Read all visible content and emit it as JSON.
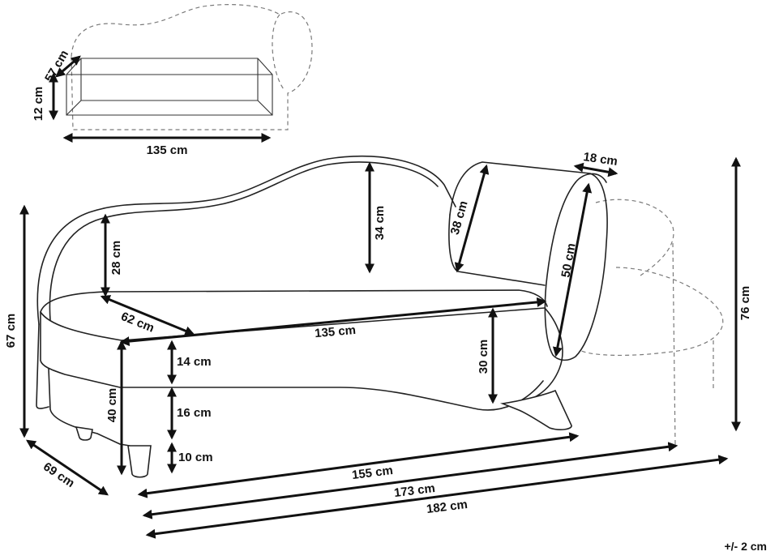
{
  "dimensions": {
    "storage_depth": "57 cm",
    "storage_height": "12 cm",
    "storage_length": "135 cm",
    "cushion_width": "18 cm",
    "cushion_length": "38 cm",
    "cushion_circ": "50 cm",
    "back_top": "34 cm",
    "back_left": "28 cm",
    "seat_depth": "62 cm",
    "seat_length": "135 cm",
    "seat_thickness": "14 cm",
    "base_height": "16 cm",
    "leg_height": "10 cm",
    "seat_height": "40 cm",
    "arm_height": "30 cm",
    "total_height": "67 cm",
    "depth": "69 cm",
    "len_155": "155 cm",
    "len_173": "173 cm",
    "len_182": "182 cm",
    "height_76": "76 cm"
  },
  "tolerance": "+/- 2 cm"
}
